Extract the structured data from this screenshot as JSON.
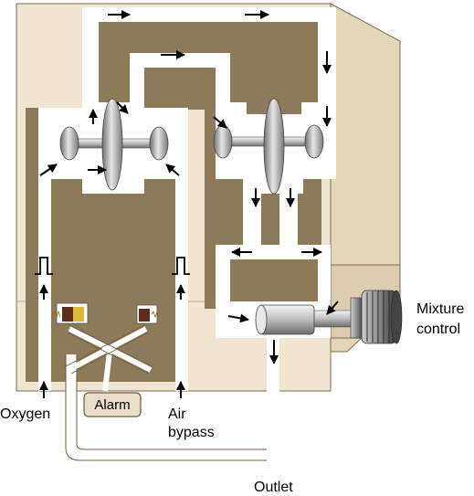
{
  "labels": {
    "oxygen": "Oxygen",
    "alarm": "Alarm",
    "air_line1": "Air",
    "air_line2": "bypass",
    "outlet": "Outlet",
    "mixture_line1": "Mixture",
    "mixture_line2": "control"
  },
  "colors": {
    "housing_light": "#efe5d1",
    "housing_shade": "#e0d3b9",
    "channel_dark": "#8c7a58",
    "passage": "#ffffff",
    "outline": "#4a4030",
    "alarm_fill": "#e8ddc6",
    "arrow": "#000000"
  }
}
